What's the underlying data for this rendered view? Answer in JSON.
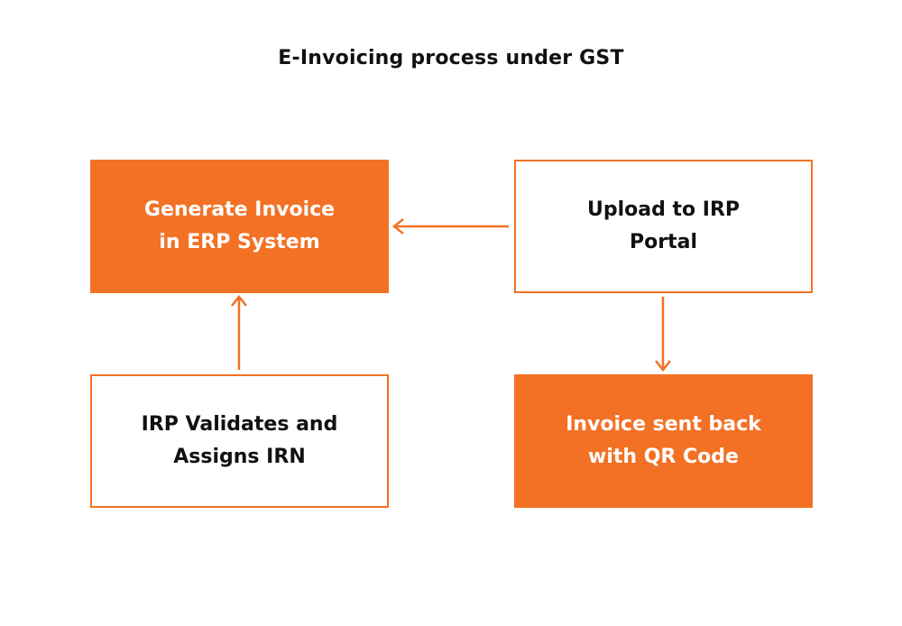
{
  "title": "E-Invoicing process under GST",
  "colors": {
    "accent": "#f37124",
    "text_dark": "#111111",
    "text_light": "#ffffff"
  },
  "boxes": {
    "generate": {
      "lines": [
        "Generate Invoice",
        "in ERP System"
      ],
      "style": "filled"
    },
    "upload": {
      "lines": [
        "Upload to IRP",
        "Portal"
      ],
      "style": "outlined"
    },
    "validate": {
      "lines": [
        "IRP Validates and",
        "Assigns IRN"
      ],
      "style": "outlined"
    },
    "sent": {
      "lines": [
        "Invoice sent back",
        "with QR Code"
      ],
      "style": "filled"
    }
  },
  "connections": [
    {
      "from": "upload",
      "to": "generate"
    },
    {
      "from": "upload",
      "to": "sent"
    },
    {
      "from": "validate",
      "to": "generate"
    }
  ]
}
